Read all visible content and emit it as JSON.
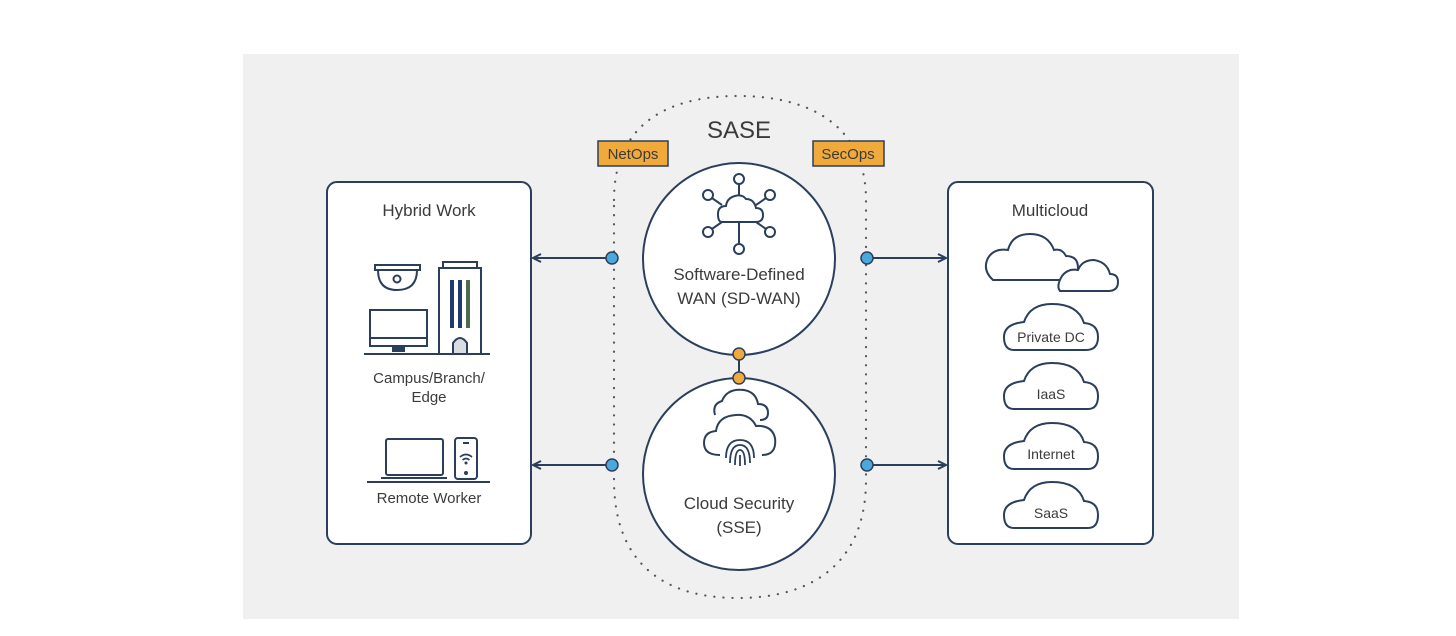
{
  "diagram": {
    "title": "SASE",
    "tags": {
      "netops": "NetOps",
      "secops": "SecOps"
    },
    "left_box": {
      "title": "Hybrid Work",
      "items": [
        {
          "label_line1": "Campus/Branch/",
          "label_line2": "Edge",
          "icon": "campus-branch-edge-icon"
        },
        {
          "label": "Remote Worker",
          "icon": "laptop-phone-icon"
        }
      ]
    },
    "center": {
      "sdwan": {
        "line1": "Software-Defined",
        "line2": "WAN (SD-WAN)",
        "icon": "network-cloud-icon"
      },
      "sse": {
        "line1": "Cloud Security",
        "line2": "(SSE)",
        "icon": "cloud-fingerprint-icon"
      }
    },
    "right_box": {
      "title": "Multicloud",
      "items": [
        "Private DC",
        "IaaS",
        "Internet",
        "SaaS"
      ]
    },
    "colors": {
      "background": "#f0f0f0",
      "stroke": "#2b3f5c",
      "tag_fill": "#f0a93b",
      "blue_node": "#4aa8dc",
      "orange_node": "#f0a93b"
    }
  }
}
